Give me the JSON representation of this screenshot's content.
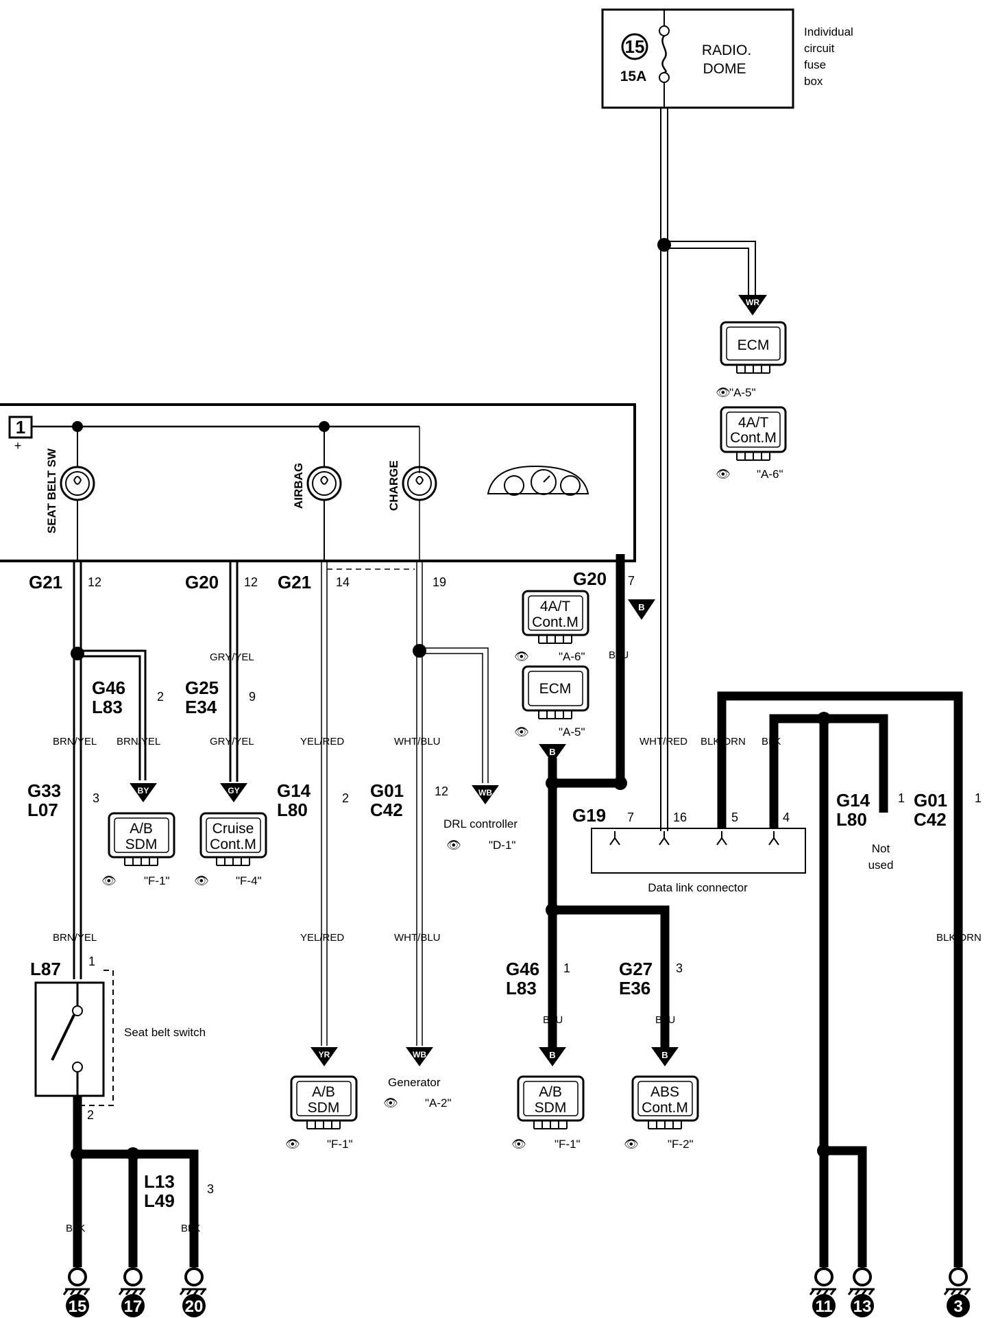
{
  "fuse_box": {
    "fuse_number": "15",
    "amperage": "15A",
    "circuit": [
      "RADIO.",
      "DOME"
    ],
    "caption": [
      "Individual",
      "circuit",
      "fuse",
      "box"
    ]
  },
  "combination_meter": {
    "terminal": "1",
    "terminal_sign": "+",
    "lamps": [
      "SEAT BELT SW",
      "AIRBAG",
      "CHARGE"
    ]
  },
  "connectors": {
    "g21_12": "G21",
    "p12a": "12",
    "g20_12": "G20",
    "p12b": "12",
    "g21_14": "G21",
    "p14": "14",
    "p19": "19",
    "g20_7": "G20",
    "p7": "7",
    "g46a": [
      "G46",
      "L83"
    ],
    "g46a_pin": "2",
    "g25": [
      "G25",
      "E34"
    ],
    "g25_pin": "9",
    "g33": [
      "G33",
      "L07"
    ],
    "g33_pin": "3",
    "g14a": [
      "G14",
      "L80"
    ],
    "g14a_pin": "2",
    "g01a": [
      "G01",
      "C42"
    ],
    "g01a_pin": "12",
    "g19": "G19",
    "g19_pins": [
      "7",
      "16",
      "5",
      "4"
    ],
    "g14b": [
      "G14",
      "L80"
    ],
    "g14b_pin": "1",
    "g01b": [
      "G01",
      "C42"
    ],
    "g01b_pin": "1",
    "l87": "L87",
    "l87_pin1": "1",
    "l87_pin2": "2",
    "g46b": [
      "G46",
      "L83"
    ],
    "g46b_pin": "1",
    "g27": [
      "G27",
      "E36"
    ],
    "g27_pin": "3",
    "l13": [
      "L13",
      "L49"
    ],
    "l13_pin": "3"
  },
  "wire_colors": {
    "gry_yel_1": "GRY/YEL",
    "gry_yel_2": "GRY/YEL",
    "brn_yel_1": "BRN/YEL",
    "brn_yel_2": "BRN/YEL",
    "brn_yel_3": "BRN/YEL",
    "yel_red_1": "YEL/RED",
    "yel_red_2": "YEL/RED",
    "wht_blu_1": "WHT/BLU",
    "wht_blu_2": "WHT/BLU",
    "blu_1": "BLU",
    "blu_2": "BLU",
    "blu_3": "BLU",
    "wht_red": "WHT/RED",
    "blk_orn_1": "BLK/ORN",
    "blk_orn_2": "BLK/ORN",
    "blk": "BLK",
    "blk_2": "BLK",
    "blk_3": "BLK"
  },
  "badges": {
    "wr": "WR",
    "by": "BY",
    "gy": "GY",
    "wb1": "WB",
    "yr": "YR",
    "wb2": "WB",
    "b1": "B",
    "b2": "B",
    "b3": "B",
    "b4": "B"
  },
  "components": {
    "ecm_top": {
      "label": "ECM",
      "ref": "\"A-5\""
    },
    "at_top": {
      "label": [
        "4A/T",
        "Cont.M"
      ],
      "ref": "\"A-6\""
    },
    "at_mid": {
      "label": [
        "4A/T",
        "Cont.M"
      ],
      "ref": "\"A-6\""
    },
    "ecm_mid": {
      "label": "ECM",
      "ref": "\"A-5\""
    },
    "ab_sdm_1": {
      "label": [
        "A/B",
        "SDM"
      ],
      "ref": "\"F-1\""
    },
    "cruise": {
      "label": [
        "Cruise",
        "Cont.M"
      ],
      "ref": "\"F-4\""
    },
    "ab_sdm_2": {
      "label": [
        "A/B",
        "SDM"
      ],
      "ref": "\"F-1\""
    },
    "ab_sdm_3": {
      "label": [
        "A/B",
        "SDM"
      ],
      "ref": "\"F-1\""
    },
    "abs": {
      "label": [
        "ABS",
        "Cont.M"
      ],
      "ref": "\"F-2\""
    },
    "drl": {
      "label": "DRL controller",
      "ref": "\"D-1\""
    },
    "generator": {
      "label": "Generator",
      "ref": "\"A-2\""
    },
    "data_link": {
      "label": "Data link connector"
    },
    "seat_belt_switch": {
      "label": "Seat belt switch"
    },
    "not_used": [
      "Not",
      "used"
    ]
  },
  "grounds": [
    "15",
    "17",
    "20",
    "11",
    "13",
    "3"
  ]
}
